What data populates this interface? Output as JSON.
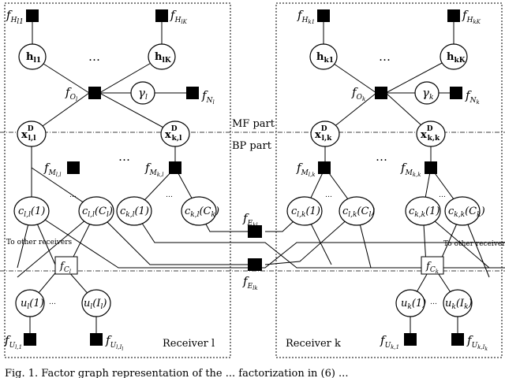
{
  "part_labels": {
    "mf": "MF part",
    "bp": "BP part"
  },
  "receiver_l": {
    "name": "Receiver l",
    "other_receivers": "To other receivers",
    "f_H_first": "H",
    "f_H_first_sub": "l1",
    "f_H_last": "H",
    "f_H_last_sub": "lK",
    "h_first": "h",
    "h_first_sub": "l1",
    "h_last": "h",
    "h_last_sub": "lK",
    "ellipsis": "…",
    "f_O": "O",
    "f_O_sub": "l",
    "gamma": "γ",
    "gamma_sub": "l",
    "f_N": "N",
    "f_N_sub": "l",
    "x_first": "x",
    "x_first_sup": "D",
    "x_first_sub": "l,l",
    "x_last": "x",
    "x_last_sup": "D",
    "x_last_sub": "k,l",
    "f_M_first": "M",
    "f_M_first_sub": "l,l",
    "f_M_last": "M",
    "f_M_last_sub": "k,l",
    "c_a": "c",
    "c_a_sub": "l,l",
    "c_a_arg": "(1)",
    "c_b": "c",
    "c_b_sub": "l,l",
    "c_b_arg": "(C",
    "c_b_argsub": "l",
    "c_b_close": ")",
    "c_c": "c",
    "c_c_sub": "k,l",
    "c_c_arg": "(1)",
    "c_d": "c",
    "c_d_sub": "k,l",
    "c_d_arg": "(C",
    "c_d_argsub": "k",
    "c_d_close": ")",
    "f_C": "C",
    "f_C_sub": "l",
    "u_a": "u",
    "u_a_sub": "l",
    "u_a_arg": "(1)",
    "u_b": "u",
    "u_b_sub": "l",
    "u_b_arg": "(I",
    "u_b_argsub": "l",
    "u_b_close": ")",
    "f_U_a": "U",
    "f_U_a_sub": "l,1",
    "f_U_b": "U",
    "f_U_b_sub": "l,I",
    "f_U_b_subsub": "l"
  },
  "receiver_k": {
    "name": "Receiver k",
    "other_receivers": "To other receivers",
    "f_H_first": "H",
    "f_H_first_sub": "k1",
    "f_H_last": "H",
    "f_H_last_sub": "kK",
    "h_first": "h",
    "h_first_sub": "k1",
    "h_last": "h",
    "h_last_sub": "kK",
    "ellipsis": "…",
    "f_O": "O",
    "f_O_sub": "k",
    "gamma": "γ",
    "gamma_sub": "k",
    "f_N": "N",
    "f_N_sub": "k",
    "x_first": "x",
    "x_first_sup": "D",
    "x_first_sub": "l,k",
    "x_last": "x",
    "x_last_sup": "D",
    "x_last_sub": "k,k",
    "f_M_first": "M",
    "f_M_first_sub": "l,k",
    "f_M_last": "M",
    "f_M_last_sub": "k,k",
    "c_a": "c",
    "c_a_sub": "l,k",
    "c_a_arg": "(1)",
    "c_b": "c",
    "c_b_sub": "l,k",
    "c_b_arg": "(C",
    "c_b_argsub": "l",
    "c_b_close": ")",
    "c_c": "c",
    "c_c_sub": "k,k",
    "c_c_arg": "(1)",
    "c_d": "c",
    "c_d_sub": "k,k",
    "c_d_arg": "(C",
    "c_d_argsub": "k",
    "c_d_close": ")",
    "f_C": "C",
    "f_C_sub": "k",
    "u_a": "u",
    "u_a_sub": "k",
    "u_a_arg": "(1)",
    "u_b": "u",
    "u_b_sub": "k",
    "u_b_arg": "(I",
    "u_b_argsub": "k",
    "u_b_close": ")",
    "f_U_a": "U",
    "f_U_a_sub": "k,1",
    "f_U_b": "U",
    "f_U_b_sub": "k,I",
    "f_U_b_subsub": "k"
  },
  "middle": {
    "f_E_top": "E",
    "f_E_top_sub": "kl",
    "f_E_bot": "E",
    "f_E_bot_sub": "lk"
  },
  "f_symbol": "f",
  "caption": "Fig. 1.   Factor graph representation of the  ...  factorization in (6) ..."
}
